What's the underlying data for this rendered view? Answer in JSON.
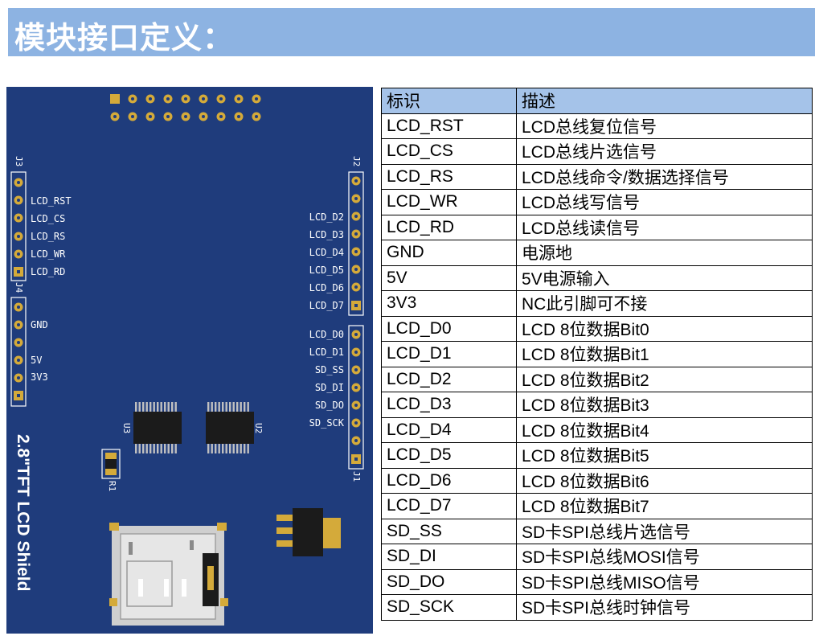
{
  "header": {
    "title": "模块接口定义："
  },
  "board": {
    "header_j3": "J3",
    "header_j4": "J4",
    "header_j2": "J2",
    "header_j1": "J1",
    "left_pins_top": [
      "LCD_RST",
      "LCD_CS",
      "LCD_RS",
      "LCD_WR",
      "LCD_RD"
    ],
    "left_pins_bottom": [
      "GND",
      "5V",
      "3V3"
    ],
    "right_pins_top": [
      "LCD_D2",
      "LCD_D3",
      "LCD_D4",
      "LCD_D5",
      "LCD_D6",
      "LCD_D7"
    ],
    "right_pins_bottom": [
      "LCD_D0",
      "LCD_D1",
      "SD_SS",
      "SD_DI",
      "SD_DO",
      "SD_SCK"
    ],
    "chip_u3": "U3",
    "chip_u2": "U2",
    "resistor": "R1",
    "silkscreen_title": "2.8\"TFT LCD Shield",
    "colors": {
      "pcb": "#1f3c7c",
      "pad": "#d4aa3a",
      "silk": "#ffffff"
    }
  },
  "table": {
    "headers": [
      "标识",
      "描述"
    ],
    "rows": [
      [
        "LCD_RST",
        "LCD总线复位信号"
      ],
      [
        "LCD_CS",
        "LCD总线片选信号"
      ],
      [
        "LCD_RS",
        "LCD总线命令/数据选择信号"
      ],
      [
        "LCD_WR",
        "LCD总线写信号"
      ],
      [
        "LCD_RD",
        "LCD总线读信号"
      ],
      [
        "GND",
        "电源地"
      ],
      [
        "5V",
        "5V电源输入"
      ],
      [
        "3V3",
        "NC此引脚可不接"
      ],
      [
        "LCD_D0",
        "LCD 8位数据Bit0"
      ],
      [
        "LCD_D1",
        "LCD 8位数据Bit1"
      ],
      [
        "LCD_D2",
        "LCD 8位数据Bit2"
      ],
      [
        "LCD_D3",
        "LCD 8位数据Bit3"
      ],
      [
        "LCD_D4",
        "LCD 8位数据Bit4"
      ],
      [
        "LCD_D5",
        "LCD 8位数据Bit5"
      ],
      [
        "LCD_D6",
        "LCD 8位数据Bit6"
      ],
      [
        "LCD_D7",
        "LCD 8位数据Bit7"
      ],
      [
        "SD_SS",
        "SD卡SPI总线片选信号"
      ],
      [
        "SD_DI",
        "SD卡SPI总线MOSI信号"
      ],
      [
        "SD_DO",
        "SD卡SPI总线MISO信号"
      ],
      [
        "SD_SCK",
        "SD卡SPI总线时钟信号"
      ]
    ]
  }
}
